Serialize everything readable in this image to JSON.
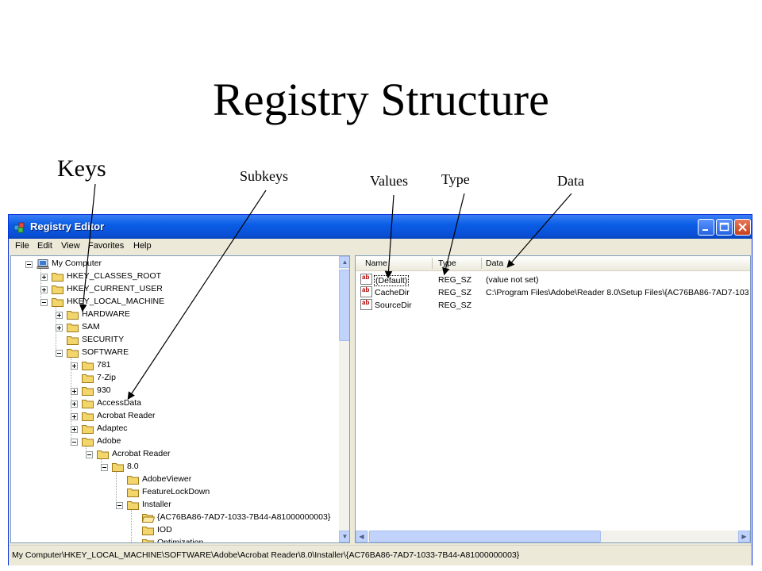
{
  "slide": {
    "title": "Registry Structure",
    "callouts": {
      "keys": "Keys",
      "subkeys": "Subkeys",
      "values": "Values",
      "type": "Type",
      "data": "Data"
    }
  },
  "window": {
    "title": "Registry Editor",
    "menu": [
      "File",
      "Edit",
      "View",
      "Favorites",
      "Help"
    ]
  },
  "tree": [
    {
      "label": "My Computer",
      "level": 0,
      "expander": "minus",
      "icon": "computer-icon"
    },
    {
      "label": "HKEY_CLASSES_ROOT",
      "level": 1,
      "expander": "plus",
      "icon": "folder-icon"
    },
    {
      "label": "HKEY_CURRENT_USER",
      "level": 1,
      "expander": "plus",
      "icon": "folder-icon"
    },
    {
      "label": "HKEY_LOCAL_MACHINE",
      "level": 1,
      "expander": "minus",
      "icon": "folder-icon"
    },
    {
      "label": "HARDWARE",
      "level": 2,
      "expander": "plus",
      "icon": "folder-icon"
    },
    {
      "label": "SAM",
      "level": 2,
      "expander": "plus",
      "icon": "folder-icon"
    },
    {
      "label": "SECURITY",
      "level": 2,
      "expander": "none",
      "icon": "folder-icon"
    },
    {
      "label": "SOFTWARE",
      "level": 2,
      "expander": "minus",
      "icon": "folder-icon"
    },
    {
      "label": "781",
      "level": 3,
      "expander": "plus",
      "icon": "folder-icon"
    },
    {
      "label": "7-Zip",
      "level": 3,
      "expander": "none",
      "icon": "folder-icon"
    },
    {
      "label": "930",
      "level": 3,
      "expander": "plus",
      "icon": "folder-icon"
    },
    {
      "label": "AccessData",
      "level": 3,
      "expander": "plus",
      "icon": "folder-icon"
    },
    {
      "label": "Acrobat Reader",
      "level": 3,
      "expander": "plus",
      "icon": "folder-icon"
    },
    {
      "label": "Adaptec",
      "level": 3,
      "expander": "plus",
      "icon": "folder-icon"
    },
    {
      "label": "Adobe",
      "level": 3,
      "expander": "minus",
      "icon": "folder-icon"
    },
    {
      "label": "Acrobat Reader",
      "level": 4,
      "expander": "minus",
      "icon": "folder-icon"
    },
    {
      "label": "8.0",
      "level": 5,
      "expander": "minus",
      "icon": "folder-icon"
    },
    {
      "label": "AdobeViewer",
      "level": 6,
      "expander": "none",
      "icon": "folder-icon"
    },
    {
      "label": "FeatureLockDown",
      "level": 6,
      "expander": "none",
      "icon": "folder-icon"
    },
    {
      "label": "Installer",
      "level": 6,
      "expander": "minus",
      "icon": "folder-icon"
    },
    {
      "label": "{AC76BA86-7AD7-1033-7B44-A81000000003}",
      "level": 7,
      "expander": "none",
      "icon": "open-folder-icon"
    },
    {
      "label": "IOD",
      "level": 7,
      "expander": "none",
      "icon": "folder-icon"
    },
    {
      "label": "Optimization",
      "level": 7,
      "expander": "none",
      "icon": "folder-icon"
    }
  ],
  "list": {
    "columns": [
      "Name",
      "Type",
      "Data"
    ],
    "rows": [
      {
        "name": "(Default)",
        "type": "REG_SZ",
        "data": "(value not set)"
      },
      {
        "name": "CacheDir",
        "type": "REG_SZ",
        "data": "C:\\Program Files\\Adobe\\Reader 8.0\\Setup Files\\{AC76BA86-7AD7-103"
      },
      {
        "name": "SourceDir",
        "type": "REG_SZ",
        "data": ""
      }
    ],
    "icon_text": "ab"
  },
  "status": "My Computer\\HKEY_LOCAL_MACHINE\\SOFTWARE\\Adobe\\Acrobat Reader\\8.0\\Installer\\{AC76BA86-7AD7-1033-7B44-A81000000003}",
  "colors": {
    "titlebar": "#0a5ee6",
    "folder": "#f2d66b",
    "arrow": "#000000"
  }
}
